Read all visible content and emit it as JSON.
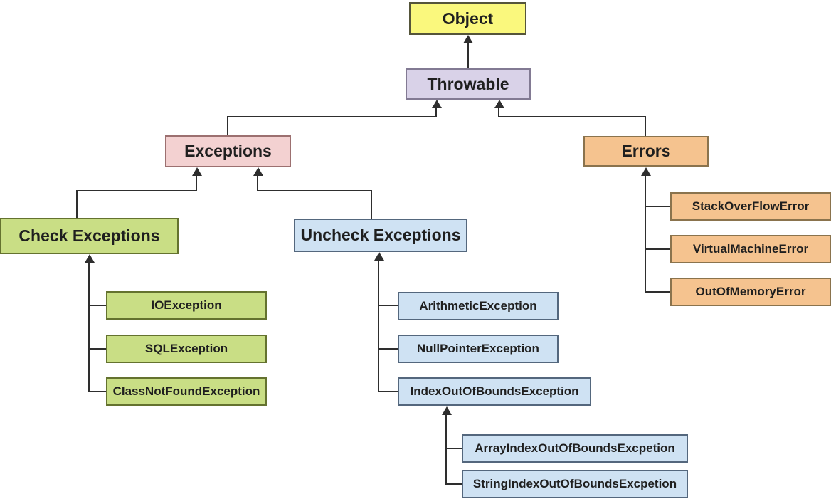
{
  "diagram": {
    "type": "hierarchy-tree",
    "subject": "Java Throwable class hierarchy",
    "nodes": {
      "object": {
        "label": "Object",
        "fill": "#FAF87D"
      },
      "throwable": {
        "label": "Throwable",
        "fill": "#D9D2E8"
      },
      "exceptions": {
        "label": "Exceptions",
        "fill": "#F3D1D1"
      },
      "errors": {
        "label": "Errors",
        "fill": "#F5C38F"
      },
      "check": {
        "label": "Check Exceptions",
        "fill": "#C9DE85"
      },
      "uncheck": {
        "label": "Uncheck Exceptions",
        "fill": "#CFE2F3"
      },
      "io": {
        "label": "IOException",
        "fill": "#C9DE85"
      },
      "sql": {
        "label": "SQLException",
        "fill": "#C9DE85"
      },
      "cnf": {
        "label": "ClassNotFoundException",
        "fill": "#C9DE85"
      },
      "arith": {
        "label": "ArithmeticException",
        "fill": "#CFE2F3"
      },
      "np": {
        "label": "NullPointerException",
        "fill": "#CFE2F3"
      },
      "ioob": {
        "label": "IndexOutOfBoundsException",
        "fill": "#CFE2F3"
      },
      "aioob": {
        "label": "ArrayIndexOutOfBoundsExcpetion",
        "fill": "#CFE2F3"
      },
      "sioob": {
        "label": "StringIndexOutOfBoundsExcpetion",
        "fill": "#CFE2F3"
      },
      "sofe": {
        "label": "StackOverFlowError",
        "fill": "#F5C38F"
      },
      "vme": {
        "label": "VirtualMachineError",
        "fill": "#F5C38F"
      },
      "oome": {
        "label": "OutOfMemoryError",
        "fill": "#F5C38F"
      }
    },
    "edges": [
      {
        "from": "Throwable",
        "to": "Object"
      },
      {
        "from": "Exceptions",
        "to": "Throwable"
      },
      {
        "from": "Errors",
        "to": "Throwable"
      },
      {
        "from": "Check Exceptions",
        "to": "Exceptions"
      },
      {
        "from": "Uncheck Exceptions",
        "to": "Exceptions"
      },
      {
        "from": "IOException",
        "to": "Check Exceptions"
      },
      {
        "from": "SQLException",
        "to": "Check Exceptions"
      },
      {
        "from": "ClassNotFoundException",
        "to": "Check Exceptions"
      },
      {
        "from": "ArithmeticException",
        "to": "Uncheck Exceptions"
      },
      {
        "from": "NullPointerException",
        "to": "Uncheck Exceptions"
      },
      {
        "from": "IndexOutOfBoundsException",
        "to": "Uncheck Exceptions"
      },
      {
        "from": "ArrayIndexOutOfBoundsExcpetion",
        "to": "IndexOutOfBoundsException"
      },
      {
        "from": "StringIndexOutOfBoundsExcpetion",
        "to": "IndexOutOfBoundsException"
      },
      {
        "from": "StackOverFlowError",
        "to": "Errors"
      },
      {
        "from": "VirtualMachineError",
        "to": "Errors"
      },
      {
        "from": "OutOfMemoryError",
        "to": "Errors"
      }
    ],
    "colors": {
      "object_fill": "#FAF87D",
      "throwable_fill": "#D9D2E8",
      "exceptions_fill": "#F3D1D1",
      "errors_fill": "#F5C38F",
      "checked_family_fill": "#C9DE85",
      "unchecked_family_fill": "#CFE2F3",
      "connector_line": "#2E2E2E",
      "text": "#1F1F1F",
      "background": "#FFFFFF"
    }
  }
}
